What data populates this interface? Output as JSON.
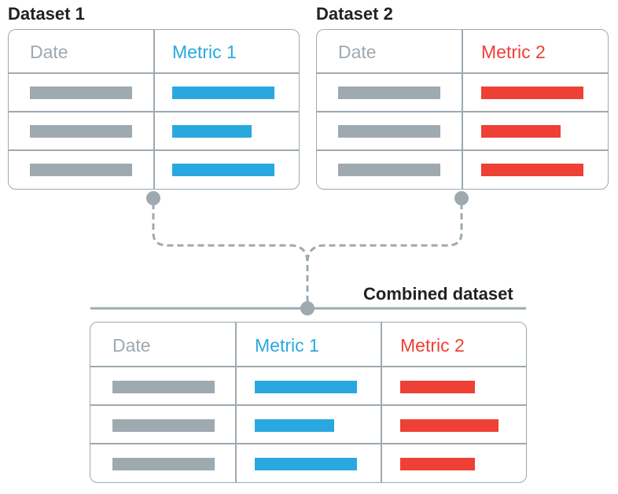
{
  "colors": {
    "date": "#9ea9b0",
    "metric1": "#29a8e0",
    "metric2": "#ee4035",
    "border": "#9ea9b0"
  },
  "dataset1": {
    "title": "Dataset 1",
    "headers": [
      "Date",
      "Metric 1"
    ],
    "bars": {
      "date": [
        1,
        1,
        1
      ],
      "metric1": [
        1,
        0.78,
        1
      ]
    }
  },
  "dataset2": {
    "title": "Dataset 2",
    "headers": [
      "Date",
      "Metric 2"
    ],
    "bars": {
      "date": [
        1,
        1,
        1
      ],
      "metric2": [
        1,
        0.78,
        1
      ]
    }
  },
  "combined": {
    "title": "Combined dataset",
    "headers": [
      "Date",
      "Metric 1",
      "Metric 2"
    ],
    "bars": {
      "date": [
        1,
        1,
        1
      ],
      "metric1": [
        1,
        0.78,
        1
      ],
      "metric2": [
        0.73,
        0.96,
        0.73
      ]
    }
  }
}
